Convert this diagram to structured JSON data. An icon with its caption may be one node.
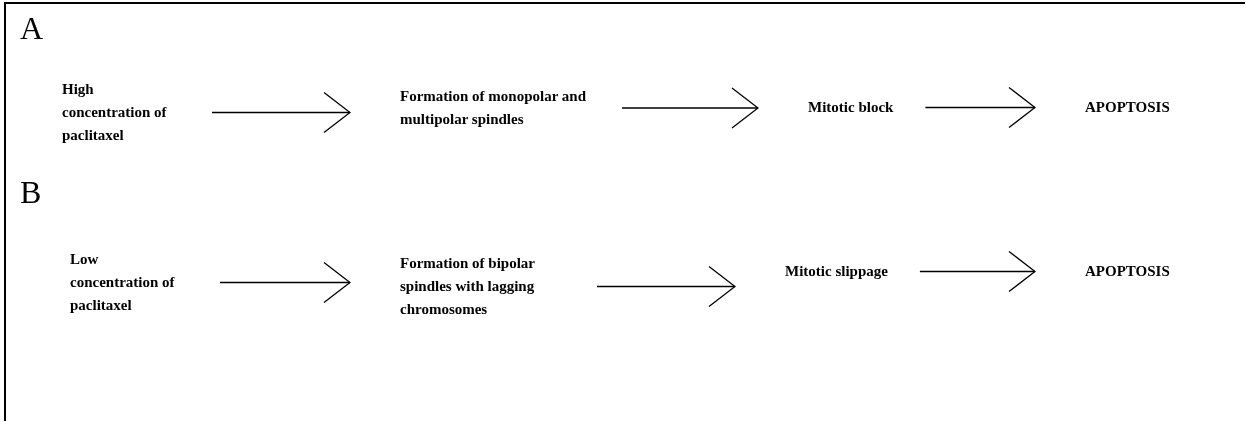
{
  "diagram": {
    "nodes": [
      {
        "text": [
          "High concentration of paclitaxel"
        ]
      },
      {
        "text": [
          "Formation of monopolar and multipolar spindles"
        ]
      },
      {
        "text": [
          "Mitotic block"
        ]
      },
      {
        "text": [
          "APOPTOSIS"
        ]
      },
      {
        "text": [
          "Low concentration of paclitaxel"
        ]
      },
      {
        "text": [
          "Formation of bipolar spindles with lagging chromosomes"
        ]
      },
      {
        "text": [
          "Mitotic slippage"
        ]
      },
      {
        "text": [
          "APOPTOSIS"
        ]
      }
    ],
    "edges": [
      {
        "from": 0,
        "to": 1,
        "arrow": "to"
      },
      {
        "from": 1,
        "to": 2,
        "arrow": "to"
      },
      {
        "from": 2,
        "to": 3,
        "arrow": "to"
      },
      {
        "from": 4,
        "to": 5,
        "arrow": "to"
      },
      {
        "from": 5,
        "to": 6,
        "arrow": "to"
      },
      {
        "from": 6,
        "to": 7,
        "arrow": "to"
      }
    ],
    "labels": [
      "A",
      "B"
    ]
  }
}
